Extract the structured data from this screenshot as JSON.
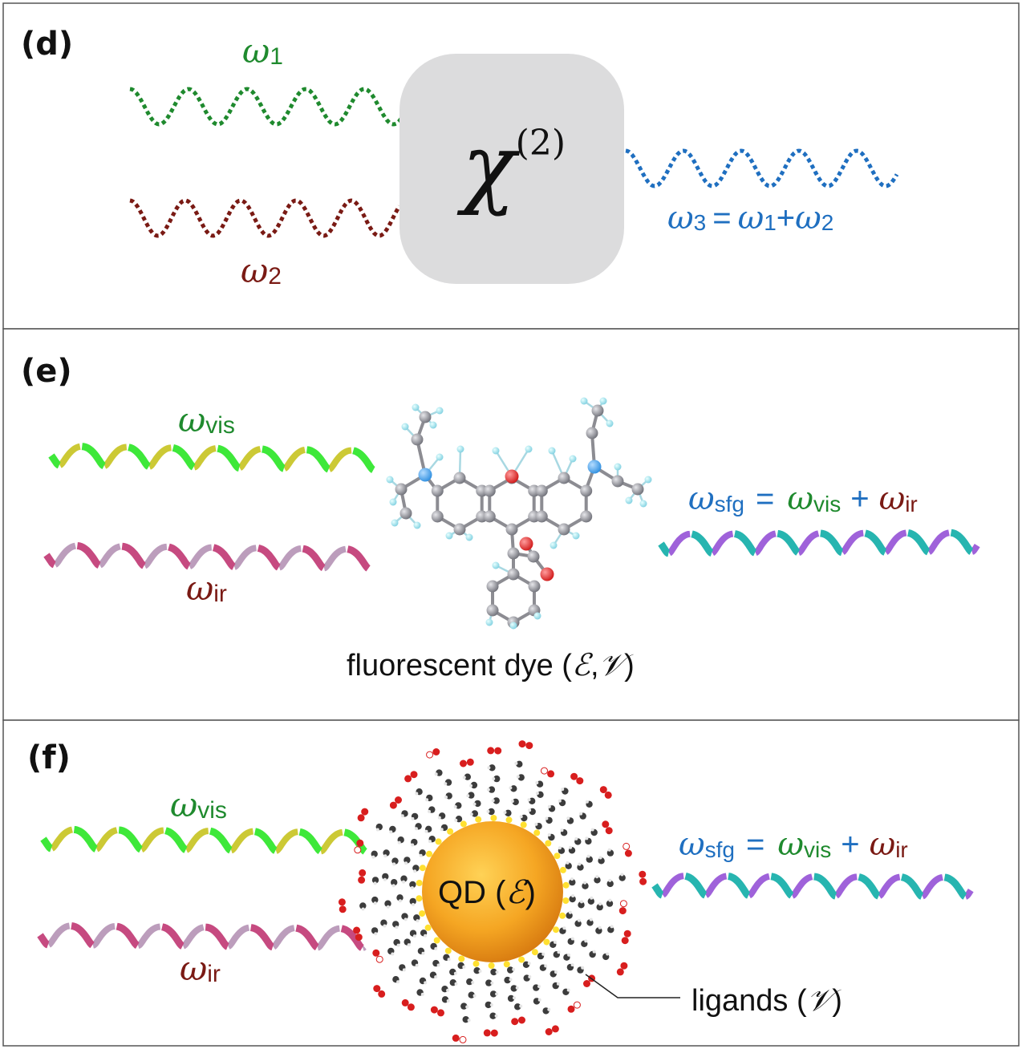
{
  "panels": {
    "d": {
      "label": "(d)",
      "omega1": "ω",
      "omega1_sub": "1",
      "omega2": "ω",
      "omega2_sub": "2",
      "chi_symbol": "χ",
      "chi_superscript": "(2)",
      "output_omega": "ω",
      "output_sub": "3",
      "output_eq": "=",
      "output_rhs1": "ω",
      "output_rhs1_sub": "1",
      "output_plus": "+",
      "output_rhs2": "ω",
      "output_rhs2_sub": "2"
    },
    "e": {
      "label": "(e)",
      "vis": "ω",
      "vis_sub": "vis",
      "ir": "ω",
      "ir_sub": "ir",
      "sfg": "ω",
      "sfg_sub": "sfg",
      "eq": "=",
      "plus": "+",
      "caption": "fluorescent dye (",
      "caption_E": "ℰ",
      "caption_comma": ",",
      "caption_V": "𝒱",
      "caption_close": ")"
    },
    "f": {
      "label": "(f)",
      "vis": "ω",
      "vis_sub": "vis",
      "ir": "ω",
      "ir_sub": "ir",
      "sfg": "ω",
      "sfg_sub": "sfg",
      "eq": "=",
      "plus": "+",
      "qd_text": "QD (",
      "qd_E": "ℰ",
      "qd_close": ")",
      "ligands_text": "ligands (",
      "ligands_V": "𝒱",
      "ligands_close": ")"
    }
  },
  "colors": {
    "green": "#1f8a2e",
    "darkred": "#7a1a14",
    "blue": "#1f6fc0",
    "chi_box": "#dcdcdd",
    "helix_green": "#3ee83a",
    "helix_olive": "#c9c62a",
    "helix_pink": "#c64a80",
    "helix_mauve": "#b898b8",
    "helix_teal": "#27b5b0",
    "helix_purple": "#9a5ad8",
    "qd_orange": "#f5a623"
  },
  "icons": [
    "dotted-sine-wave",
    "ribbon-helix",
    "molecule-ball-stick",
    "quantum-dot-sphere"
  ]
}
